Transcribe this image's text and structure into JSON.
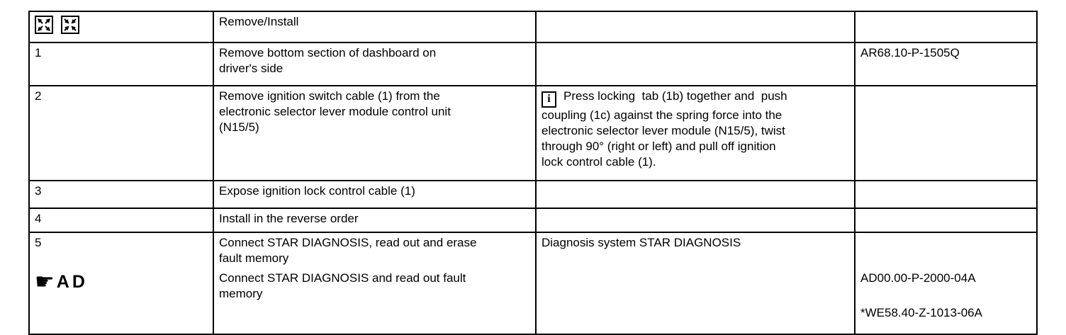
{
  "icons": {
    "header": [
      "arrows-out-icon",
      "arrows-in-icon"
    ],
    "info_glyph": "i",
    "pointing_hand_glyph": "☛"
  },
  "table": {
    "header": {
      "title": "Remove/Install"
    },
    "rows": [
      {
        "step": "1",
        "instruction": "Remove bottom section of dashboard on\ndriver's side",
        "note": "",
        "code": "AR68.10-P-1505Q"
      },
      {
        "step": "2",
        "instruction": "Remove ignition switch cable (1) from the\nelectronic selector lever module control unit\n(N15/5)",
        "note": "Press locking  tab (1b) together and  push\ncoupling (1c) against the spring force into the\nelectronic selector lever module (N15/5), twist\nthrough 90° (right or left) and pull off ignition\nlock control cable (1).",
        "code": ""
      },
      {
        "step": "3",
        "instruction": "Expose ignition lock control cable (1)",
        "note": "",
        "code": ""
      },
      {
        "step": "4",
        "instruction": "Install in the reverse order",
        "note": "",
        "code": ""
      },
      {
        "step": "5",
        "badge_label": "AD",
        "instructions": [
          "Connect STAR DIAGNOSIS, read out and erase\nfault memory",
          "Connect STAR DIAGNOSIS and read out fault\nmemory"
        ],
        "note": "Diagnosis system STAR DIAGNOSIS",
        "codes": [
          "AD00.00-P-2000-04A",
          "*WE58.40-Z-1013-06A"
        ]
      }
    ]
  }
}
